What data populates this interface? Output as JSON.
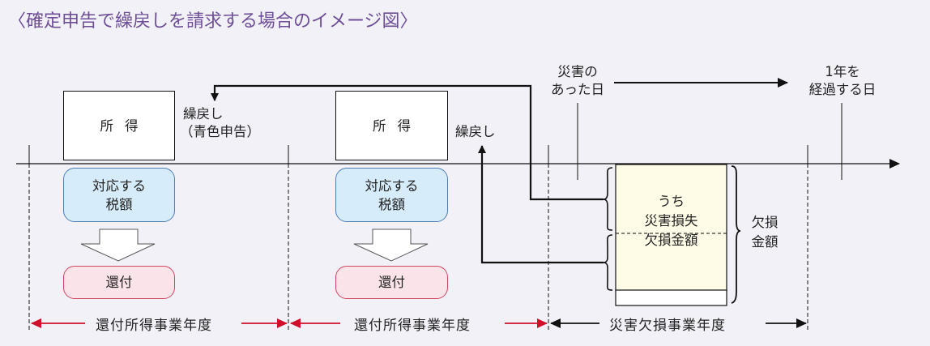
{
  "title": "〈確定申告で繰戻しを請求する場合のイメージ図〉",
  "colors": {
    "title": "#6e4f97",
    "background": "#f2f1f8",
    "tax_box_fill": "#d6ecfa",
    "tax_box_border": "#4f7fb4",
    "refund_box_fill": "#fbe3ea",
    "refund_box_border": "#d0485f",
    "loss_box_fill": "#fefbe6",
    "red_arrow": "#d0102b"
  },
  "periods": [
    {
      "income_label": "所得",
      "tax_label_line1": "対応する",
      "tax_label_line2": "税額",
      "refund_label": "還付",
      "carryback_line1": "繰戻し",
      "carryback_line2": "（青色申告）",
      "period_label": "還付所得事業年度"
    },
    {
      "income_label": "所得",
      "tax_label_line1": "対応する",
      "tax_label_line2": "税額",
      "refund_label": "還付",
      "carryback_line1": "繰戻し",
      "period_label": "還付所得事業年度"
    }
  ],
  "disaster": {
    "date_line1": "災害の",
    "date_line2": "あった日",
    "year_line1": "1年を",
    "year_line2": "経過する日",
    "loss_inner_line1": "うち",
    "loss_inner_line2": "災害損失",
    "loss_inner_line3": "欠損金額",
    "loss_total_line1": "欠損",
    "loss_total_line2": "金額",
    "period_label": "災害欠損事業年度"
  }
}
